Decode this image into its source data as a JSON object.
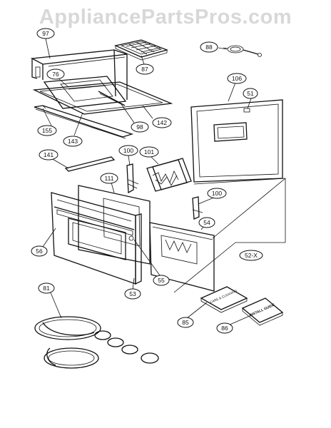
{
  "watermark": "AppliancePartsPros.com",
  "parts": {
    "p97": "97",
    "p87": "87",
    "p88": "88",
    "p76": "76",
    "p142": "142",
    "p98": "98",
    "p155": "155",
    "p143": "143",
    "p106": "106",
    "p51": "51",
    "p141": "141",
    "p100a": "100",
    "p101": "101",
    "p111": "111",
    "p100b": "100",
    "p54": "54",
    "p56": "56",
    "p52x": "52-X",
    "p55": "55",
    "p53": "53",
    "p81": "81",
    "p85": "85",
    "p86": "86"
  },
  "manual_texts": {
    "m85": "CARE & CLEANING",
    "m86": "INSTALL GUIDE"
  },
  "colors": {
    "line": "#111111",
    "watermark": "#d8d8d8"
  }
}
